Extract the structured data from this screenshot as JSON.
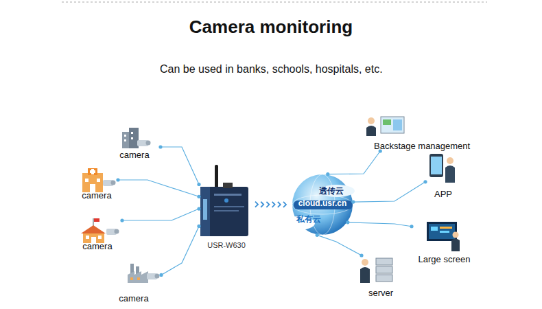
{
  "diagram": {
    "title": "Camera monitoring",
    "nodes": [
      {
        "text": [
          "camera"
        ]
      },
      {
        "text": [
          "camera"
        ]
      },
      {
        "text": [
          "camera"
        ]
      },
      {
        "text": [
          "camera"
        ]
      },
      {
        "text": [
          "USR-W630"
        ]
      },
      {
        "text": [
          "透传云",
          "cloud.usr.cn",
          "私有云"
        ]
      },
      {
        "text": [
          "Backstage management"
        ]
      },
      {
        "text": [
          "APP"
        ]
      },
      {
        "text": [
          "Large screen"
        ]
      },
      {
        "text": [
          "server"
        ]
      }
    ],
    "edges": [
      {
        "from": 0,
        "to": 4,
        "arrow": "none"
      },
      {
        "from": 1,
        "to": 4,
        "arrow": "none"
      },
      {
        "from": 2,
        "to": 4,
        "arrow": "none"
      },
      {
        "from": 3,
        "to": 4,
        "arrow": "none"
      },
      {
        "from": 4,
        "to": 5,
        "arrow": "to"
      },
      {
        "from": 5,
        "to": 6,
        "arrow": "none"
      },
      {
        "from": 5,
        "to": 7,
        "arrow": "none"
      },
      {
        "from": 5,
        "to": 8,
        "arrow": "none"
      },
      {
        "from": 5,
        "to": 9,
        "arrow": "none"
      }
    ],
    "labels": [
      "Can be used in banks, schools, hospitals, etc."
    ]
  }
}
